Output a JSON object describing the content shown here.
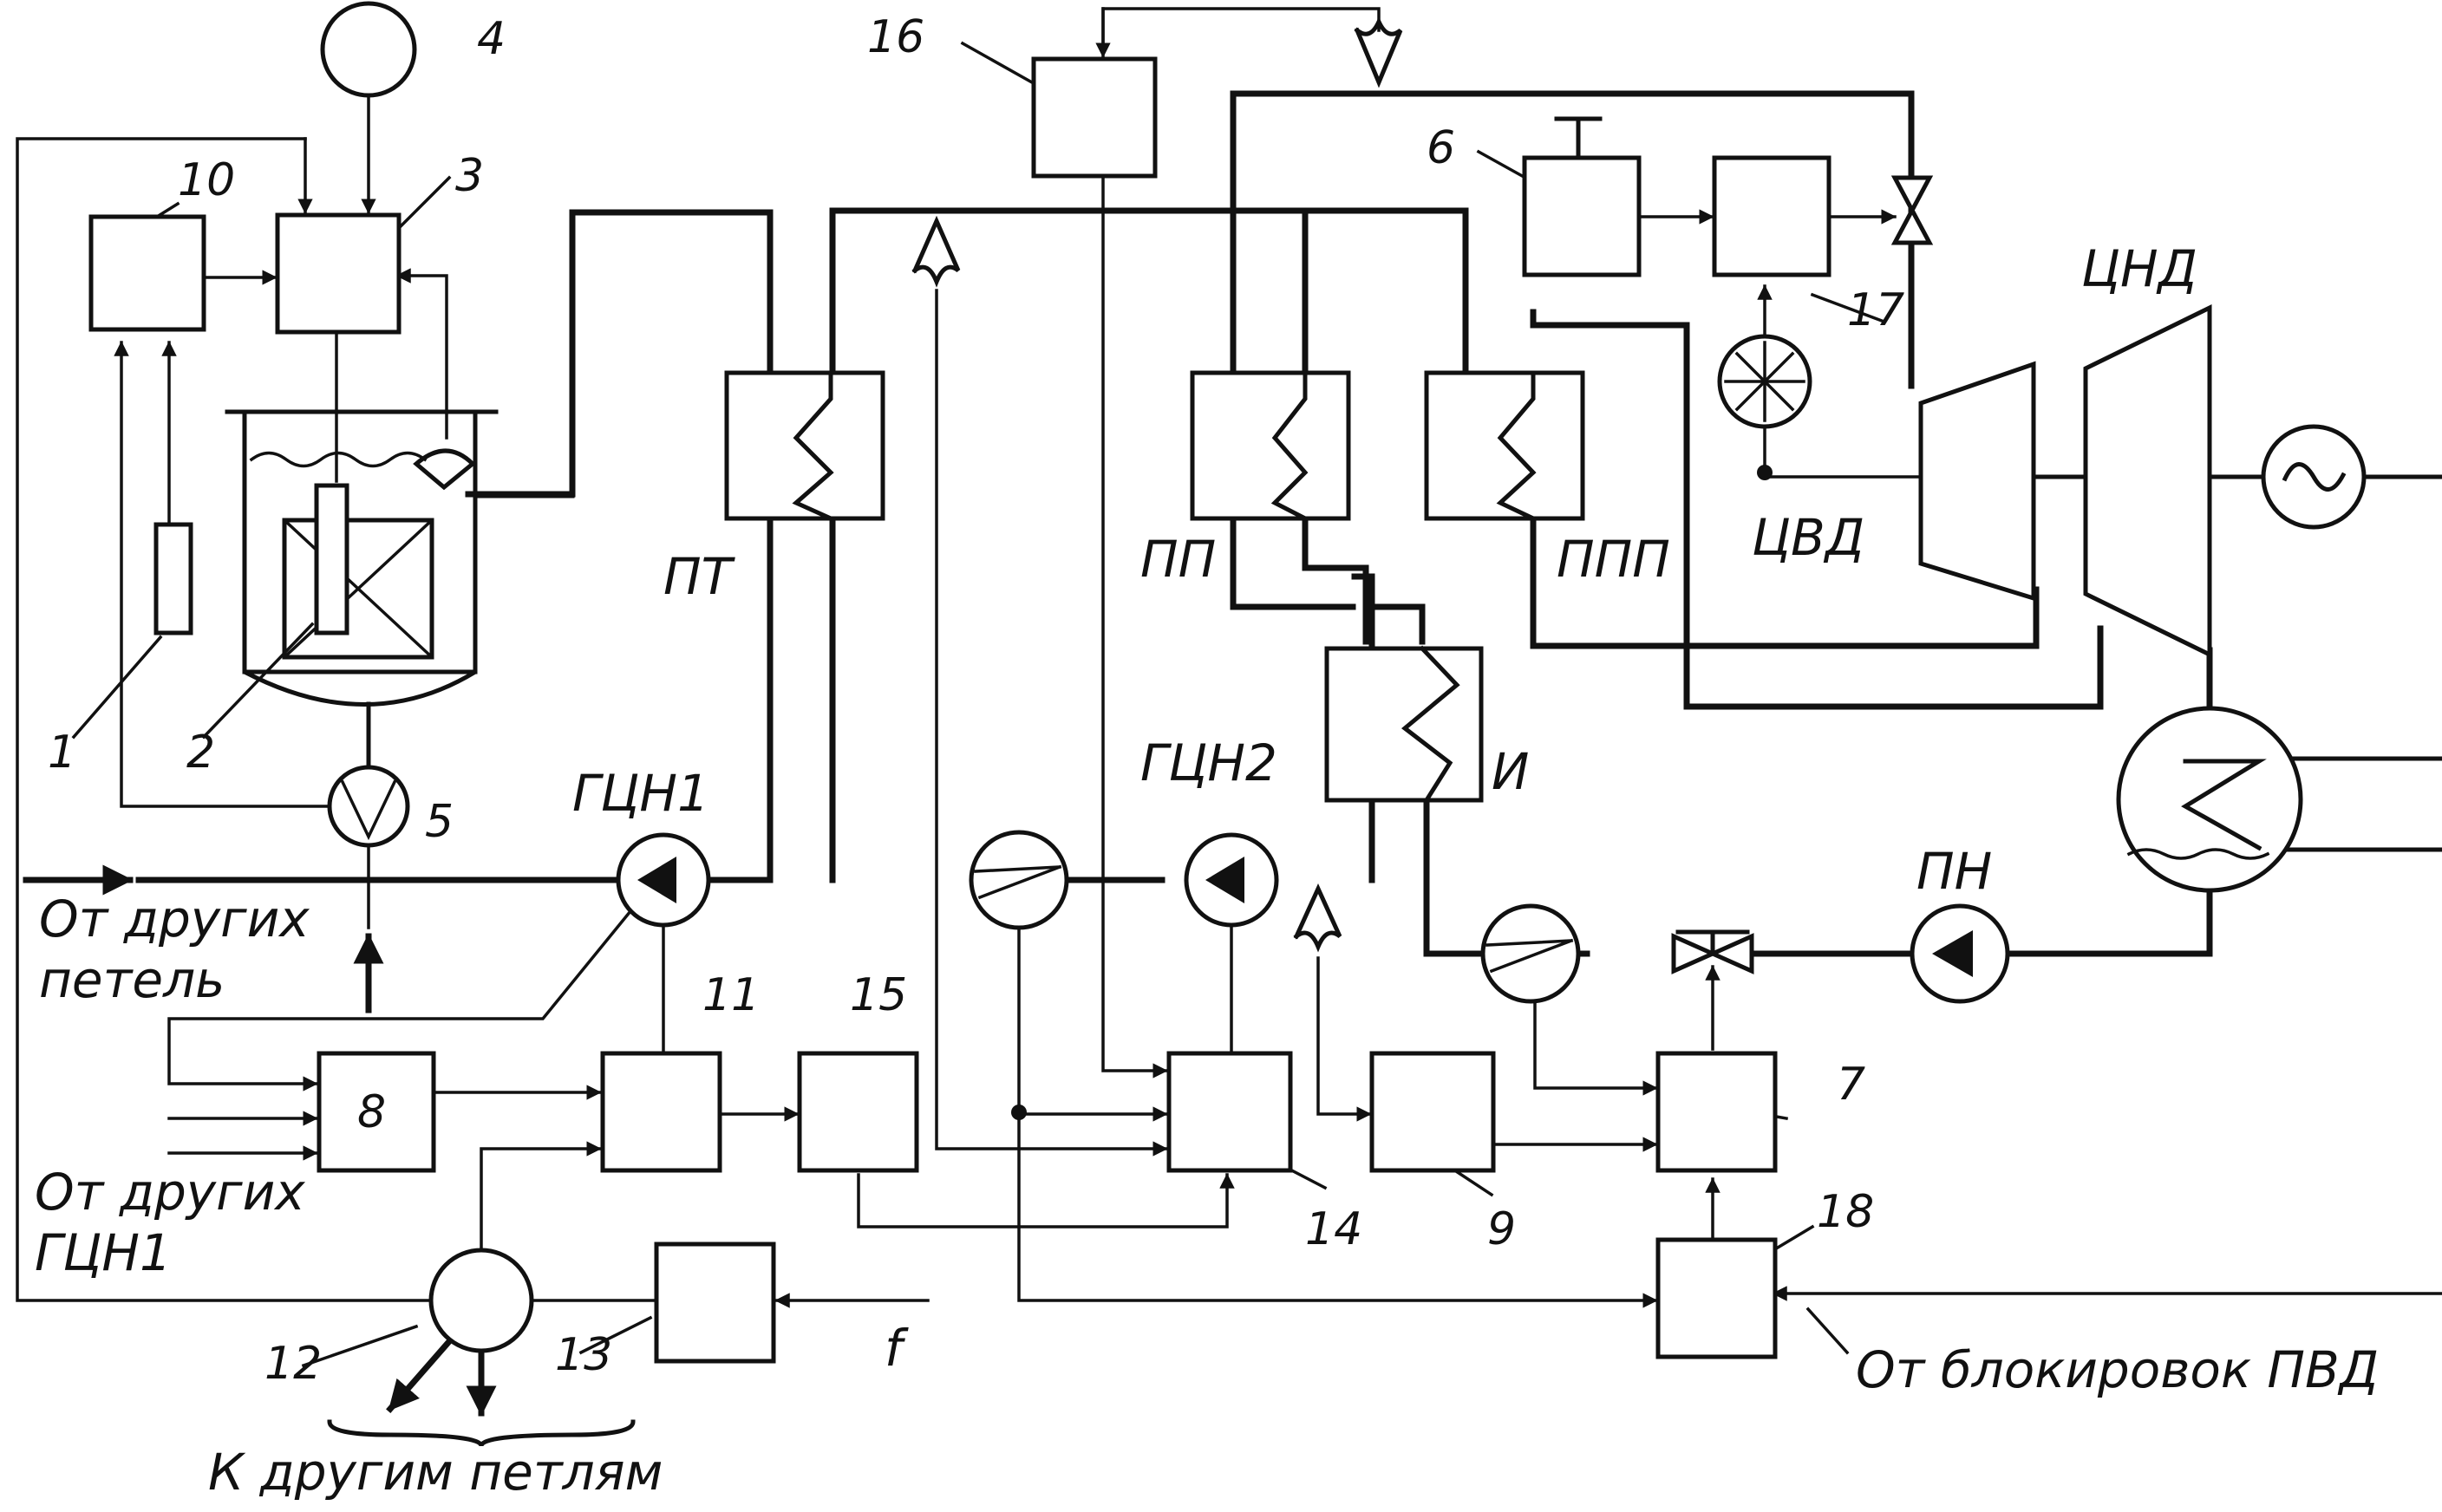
{
  "numbers": {
    "n1": "1",
    "n2": "2",
    "n3": "3",
    "n4": "4",
    "n5": "5",
    "n6": "6",
    "n7": "7",
    "n8": "8",
    "n9": "9",
    "n10": "10",
    "n11": "11",
    "n12": "12",
    "n13": "13",
    "n14": "14",
    "n15": "15",
    "n16": "16",
    "n17": "17",
    "n18": "18"
  },
  "labels": {
    "pt": "ПТ",
    "pp": "ПП",
    "ppp": "ППП",
    "i": "И",
    "tsvd": "ЦВД",
    "tsnd": "ЦНД",
    "gtsn1": "ГЦН1",
    "gtsn2": "ГЦН2",
    "pn": "ПН",
    "f": "f"
  },
  "captions": {
    "from_other_loops_1": "От других",
    "from_other_loops_2": "петель",
    "from_other_gtsn_1": "От других",
    "from_other_gtsn_2": "ГЦН1",
    "to_other_loops": "К другим петлям",
    "from_hpp_interlocks": "От блокировок ПВД"
  }
}
